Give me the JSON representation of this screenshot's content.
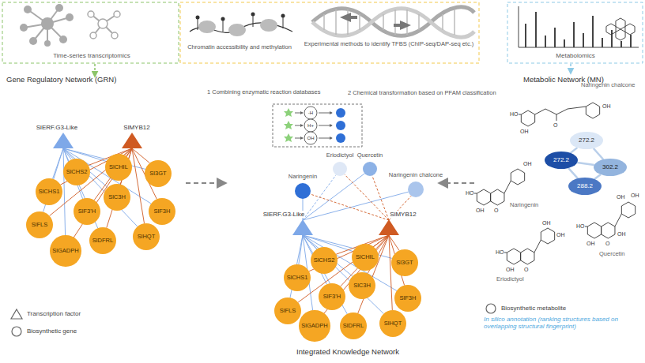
{
  "diagram": {
    "nodes": [
      {
        "text": [
          "SlERF.G3-Like"
        ]
      },
      {
        "text": [
          "SlMYB12"
        ]
      },
      {
        "text": [
          "SlCHS2"
        ]
      },
      {
        "text": [
          "SlCHIL"
        ]
      },
      {
        "text": [
          "Sl3GT"
        ]
      },
      {
        "text": [
          "SlCHS1"
        ]
      },
      {
        "text": [
          "SlC3H"
        ]
      },
      {
        "text": [
          "SlF3H"
        ]
      },
      {
        "text": [
          "SlF3'H"
        ]
      },
      {
        "text": [
          "SlFLS"
        ]
      },
      {
        "text": [
          "SlHQT"
        ]
      },
      {
        "text": [
          "SlDFRL"
        ]
      },
      {
        "text": [
          "SlGADPH"
        ]
      },
      {
        "text": [
          "Naringenin"
        ]
      },
      {
        "text": [
          "Eriodictyol"
        ]
      },
      {
        "text": [
          "Quercetin"
        ]
      },
      {
        "text": [
          "Naringenin chalcone"
        ]
      },
      {
        "text": [
          "SlERF.G3-Like"
        ]
      },
      {
        "text": [
          "SlMYB12"
        ]
      },
      {
        "text": [
          "SlCHS2"
        ]
      },
      {
        "text": [
          "SlCHIL"
        ]
      },
      {
        "text": [
          "Sl3GT"
        ]
      },
      {
        "text": [
          "SlCHS1"
        ]
      },
      {
        "text": [
          "SlC3H"
        ]
      },
      {
        "text": [
          "SlF3H"
        ]
      },
      {
        "text": [
          "SlF3'H"
        ]
      },
      {
        "text": [
          "SlFLS"
        ]
      },
      {
        "text": [
          "SlHQT"
        ]
      },
      {
        "text": [
          "SlDFRL"
        ]
      },
      {
        "text": [
          "SlGADPH"
        ]
      },
      {
        "text": [
          "272.2"
        ]
      },
      {
        "text": [
          "272.2"
        ]
      },
      {
        "text": [
          "302.2"
        ]
      },
      {
        "text": [
          "288.2"
        ]
      }
    ],
    "edges": [
      {
        "from": 0,
        "to": 2,
        "arrow": "none"
      },
      {
        "from": 0,
        "to": 3,
        "arrow": "none"
      },
      {
        "from": 0,
        "to": 4,
        "arrow": "none"
      },
      {
        "from": 0,
        "to": 5,
        "arrow": "none"
      },
      {
        "from": 0,
        "to": 6,
        "arrow": "none"
      },
      {
        "from": 0,
        "to": 7,
        "arrow": "none"
      },
      {
        "from": 0,
        "to": 8,
        "arrow": "none"
      },
      {
        "from": 0,
        "to": 9,
        "arrow": "none"
      },
      {
        "from": 0,
        "to": 10,
        "arrow": "none"
      },
      {
        "from": 0,
        "to": 11,
        "arrow": "none"
      },
      {
        "from": 0,
        "to": 12,
        "arrow": "none"
      },
      {
        "from": 1,
        "to": 2,
        "arrow": "none"
      },
      {
        "from": 1,
        "to": 3,
        "arrow": "none"
      },
      {
        "from": 1,
        "to": 4,
        "arrow": "none"
      },
      {
        "from": 1,
        "to": 5,
        "arrow": "none"
      },
      {
        "from": 1,
        "to": 6,
        "arrow": "none"
      },
      {
        "from": 1,
        "to": 7,
        "arrow": "none"
      },
      {
        "from": 1,
        "to": 8,
        "arrow": "none"
      },
      {
        "from": 1,
        "to": 9,
        "arrow": "none"
      },
      {
        "from": 1,
        "to": 10,
        "arrow": "none"
      },
      {
        "from": 1,
        "to": 11,
        "arrow": "none"
      },
      {
        "from": 1,
        "to": 12,
        "arrow": "none"
      },
      {
        "from": 17,
        "to": 13,
        "arrow": "none"
      },
      {
        "from": 17,
        "to": 14,
        "arrow": "none"
      },
      {
        "from": 17,
        "to": 15,
        "arrow": "none"
      },
      {
        "from": 17,
        "to": 16,
        "arrow": "none"
      },
      {
        "from": 18,
        "to": 13,
        "arrow": "none"
      },
      {
        "from": 18,
        "to": 14,
        "arrow": "none"
      },
      {
        "from": 18,
        "to": 15,
        "arrow": "none"
      },
      {
        "from": 18,
        "to": 16,
        "arrow": "none"
      },
      {
        "from": 17,
        "to": 19,
        "arrow": "none"
      },
      {
        "from": 17,
        "to": 20,
        "arrow": "none"
      },
      {
        "from": 17,
        "to": 21,
        "arrow": "none"
      },
      {
        "from": 17,
        "to": 22,
        "arrow": "none"
      },
      {
        "from": 17,
        "to": 23,
        "arrow": "none"
      },
      {
        "from": 17,
        "to": 24,
        "arrow": "none"
      },
      {
        "from": 17,
        "to": 25,
        "arrow": "none"
      },
      {
        "from": 17,
        "to": 26,
        "arrow": "none"
      },
      {
        "from": 17,
        "to": 27,
        "arrow": "none"
      },
      {
        "from": 17,
        "to": 28,
        "arrow": "none"
      },
      {
        "from": 17,
        "to": 29,
        "arrow": "none"
      },
      {
        "from": 18,
        "to": 19,
        "arrow": "none"
      },
      {
        "from": 18,
        "to": 20,
        "arrow": "none"
      },
      {
        "from": 18,
        "to": 21,
        "arrow": "none"
      },
      {
        "from": 18,
        "to": 22,
        "arrow": "none"
      },
      {
        "from": 18,
        "to": 23,
        "arrow": "none"
      },
      {
        "from": 18,
        "to": 24,
        "arrow": "none"
      },
      {
        "from": 18,
        "to": 25,
        "arrow": "none"
      },
      {
        "from": 18,
        "to": 26,
        "arrow": "none"
      },
      {
        "from": 18,
        "to": 27,
        "arrow": "none"
      },
      {
        "from": 18,
        "to": 28,
        "arrow": "none"
      },
      {
        "from": 18,
        "to": 29,
        "arrow": "none"
      },
      {
        "from": 30,
        "to": 31,
        "arrow": "none"
      },
      {
        "from": 30,
        "to": 32,
        "arrow": "none"
      },
      {
        "from": 31,
        "to": 33,
        "arrow": "none"
      },
      {
        "from": 33,
        "to": 32,
        "arrow": "none"
      },
      {
        "from": 31,
        "to": 32,
        "arrow": "none"
      }
    ],
    "labels": [
      "Time-series transcriptomics",
      "Chromatin accessibility and methylation",
      "Experimental methods to identify TFBS (ChIP-seq/DAP-seq etc.)",
      "Metabolomics",
      "Gene Regulatory Network (GRN)",
      "Metabolic Network (MN)",
      "1 Combining enzymatic reaction databases",
      "2 Chemical transformation based on PFAM classification",
      "-H",
      "H+",
      "OH",
      "Integrated Knowledge Network",
      "In silico annotation (ranking structures based on overlapping structural fingerprint)",
      "HO",
      "OH",
      "O",
      "OH",
      "HO",
      "OH",
      "O",
      "OH",
      "HO",
      "OH",
      "O",
      "OH",
      "OH",
      "OH",
      "HO",
      "OH",
      "O",
      "OH",
      "OH",
      "Naringenin chalcone",
      "Naringenin",
      "Quercetin",
      "Eriodictyol"
    ],
    "legend": [
      {
        "text": "Transcription factor"
      },
      {
        "text": "Biosynthetic gene"
      },
      {
        "text": "Biosynthetic metabolite"
      }
    ]
  }
}
